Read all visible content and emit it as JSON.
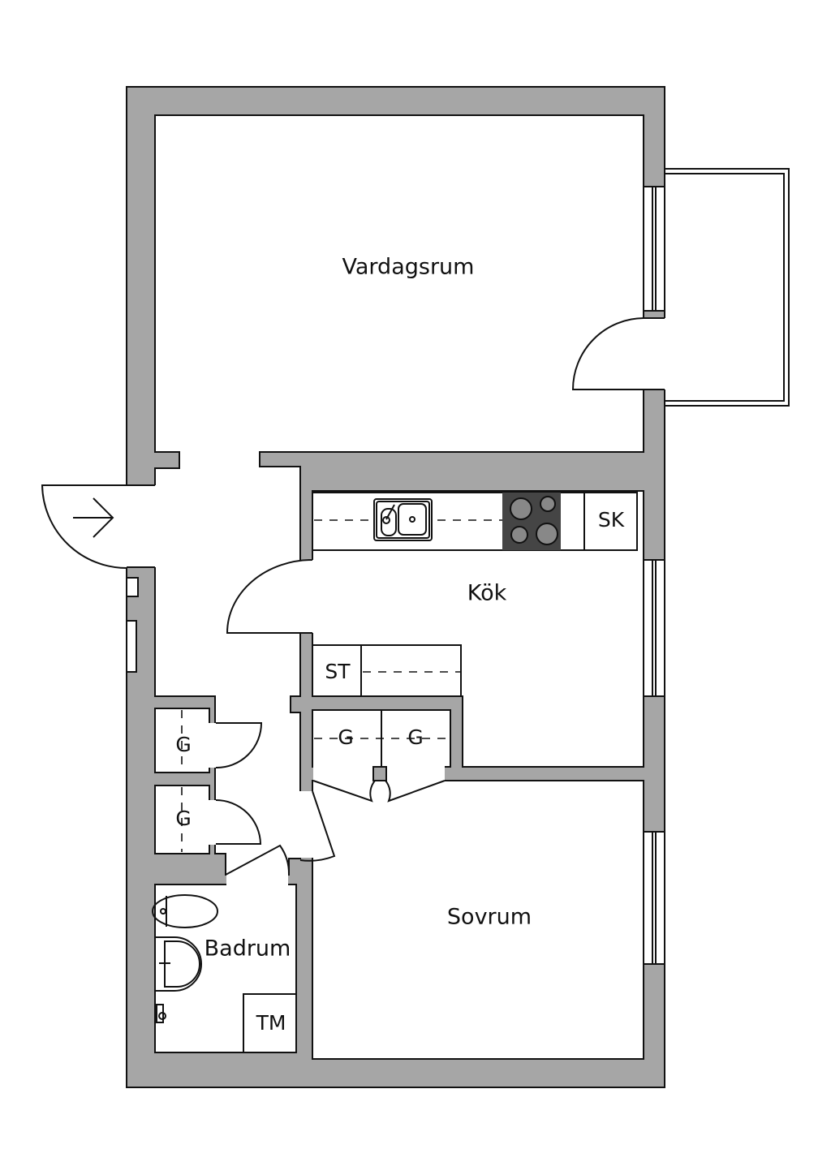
{
  "colors": {
    "wall": "#a6a6a6",
    "stove": "#454545",
    "line": "#111111"
  },
  "rooms": {
    "living": "Vardagsrum",
    "kitchen": "Kök",
    "bedroom": "Sovrum",
    "bathroom": "Badrum"
  },
  "fixtures": {
    "fridge": "SK",
    "cabinet": "ST",
    "closet_1": "G",
    "closet_2": "G",
    "closet_3": "G",
    "closet_4": "G",
    "washer": "TM"
  },
  "icons": {
    "entrance": "arrow-right-icon"
  }
}
